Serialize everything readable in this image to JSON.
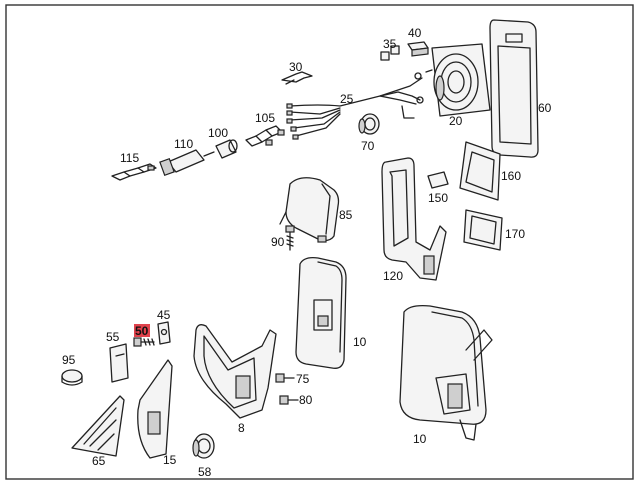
{
  "diagram": {
    "highlight_color": "#e0424c",
    "parts": [
      {
        "number": "40",
        "name": "part-40",
        "highlighted": false
      },
      {
        "number": "35",
        "name": "part-35",
        "highlighted": false
      },
      {
        "number": "30",
        "name": "part-30",
        "highlighted": false
      },
      {
        "number": "25",
        "name": "part-25",
        "highlighted": false
      },
      {
        "number": "20",
        "name": "part-20",
        "highlighted": false
      },
      {
        "number": "60",
        "name": "part-60",
        "highlighted": false
      },
      {
        "number": "105",
        "name": "part-105",
        "highlighted": false
      },
      {
        "number": "100",
        "name": "part-100",
        "highlighted": false
      },
      {
        "number": "110",
        "name": "part-110",
        "highlighted": false
      },
      {
        "number": "115",
        "name": "part-115",
        "highlighted": false
      },
      {
        "number": "70",
        "name": "part-70",
        "highlighted": false
      },
      {
        "number": "160",
        "name": "part-160",
        "highlighted": false
      },
      {
        "number": "150",
        "name": "part-150",
        "highlighted": false
      },
      {
        "number": "170",
        "name": "part-170",
        "highlighted": false
      },
      {
        "number": "85",
        "name": "part-85",
        "highlighted": false
      },
      {
        "number": "90",
        "name": "part-90",
        "highlighted": false
      },
      {
        "number": "120",
        "name": "part-120",
        "highlighted": false
      },
      {
        "number": "10",
        "name": "part-10-left",
        "highlighted": false
      },
      {
        "number": "10",
        "name": "part-10-right",
        "highlighted": false
      },
      {
        "number": "45",
        "name": "part-45",
        "highlighted": false
      },
      {
        "number": "50",
        "name": "part-50",
        "highlighted": true
      },
      {
        "number": "55",
        "name": "part-55",
        "highlighted": false
      },
      {
        "number": "95",
        "name": "part-95",
        "highlighted": false
      },
      {
        "number": "75",
        "name": "part-75",
        "highlighted": false
      },
      {
        "number": "80",
        "name": "part-80",
        "highlighted": false
      },
      {
        "number": "8",
        "name": "part-8",
        "highlighted": false
      },
      {
        "number": "65",
        "name": "part-65",
        "highlighted": false
      },
      {
        "number": "15",
        "name": "part-15",
        "highlighted": false
      },
      {
        "number": "58",
        "name": "part-58",
        "highlighted": false
      }
    ]
  }
}
